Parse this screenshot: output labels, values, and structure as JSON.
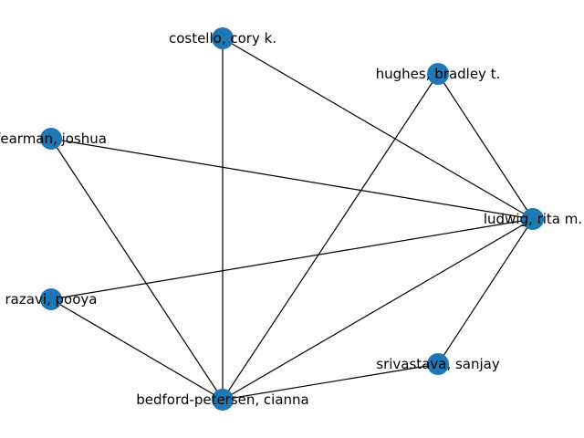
{
  "graph": {
    "node_color": "#1f77b4",
    "edge_color": "#000000",
    "nodes": [
      {
        "id": "costello",
        "label": "costello, cory k."
      },
      {
        "id": "hughes",
        "label": "hughes, bradley t."
      },
      {
        "id": "fearman",
        "label": "fearman, joshua"
      },
      {
        "id": "ludwig",
        "label": "ludwig, rita m."
      },
      {
        "id": "razavi",
        "label": "razavi, pooya"
      },
      {
        "id": "srivastava",
        "label": "srivastava, sanjay"
      },
      {
        "id": "bedford",
        "label": "bedford-petersen, cianna"
      }
    ],
    "edges": [
      {
        "source": "costello",
        "target": "ludwig"
      },
      {
        "source": "costello",
        "target": "bedford"
      },
      {
        "source": "hughes",
        "target": "ludwig"
      },
      {
        "source": "hughes",
        "target": "bedford"
      },
      {
        "source": "fearman",
        "target": "ludwig"
      },
      {
        "source": "fearman",
        "target": "bedford"
      },
      {
        "source": "razavi",
        "target": "ludwig"
      },
      {
        "source": "razavi",
        "target": "bedford"
      },
      {
        "source": "ludwig",
        "target": "srivastava"
      },
      {
        "source": "ludwig",
        "target": "bedford"
      },
      {
        "source": "srivastava",
        "target": "bedford"
      }
    ]
  }
}
